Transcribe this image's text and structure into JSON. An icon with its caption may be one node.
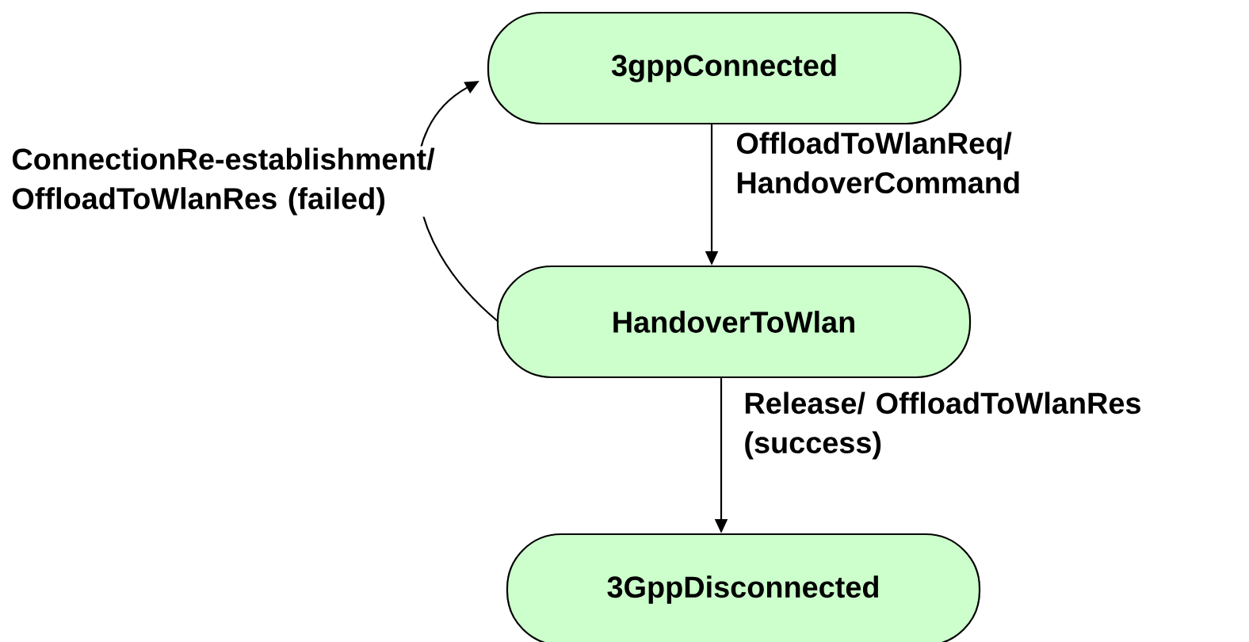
{
  "diagram": {
    "nodes": [
      {
        "text": [
          "3gppConnected"
        ]
      },
      {
        "text": [
          "HandoverToWlan"
        ]
      },
      {
        "text": [
          "3GppDisconnected"
        ]
      }
    ],
    "edges": [
      {
        "from": 0,
        "to": 1,
        "arrow": "to",
        "label": "OffloadToWlanReq/ HandoverCommand"
      },
      {
        "from": 1,
        "to": 2,
        "arrow": "to",
        "label": "Release/ OffloadToWlanRes (success)"
      },
      {
        "from": 1,
        "to": 0,
        "arrow": "to",
        "label": "ConnectionRe-establishment/ OffloadToWlanRes (failed)"
      }
    ]
  }
}
